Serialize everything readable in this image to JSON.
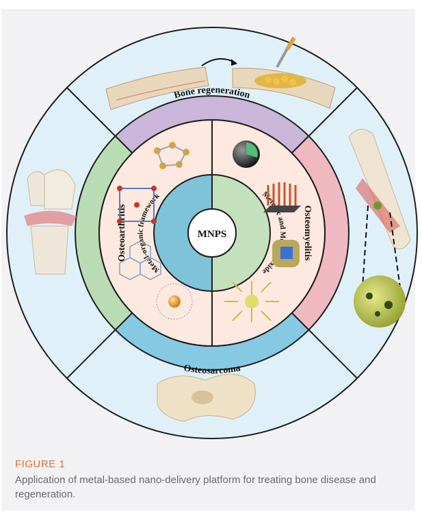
{
  "figure": {
    "center_label": "MNPS",
    "inner_left_label": "Metal-organic framework",
    "inner_right_label": "Metallic and Metallic oxide",
    "ring_top_label": "Bone regeneration",
    "ring_right_label": "Osteomyelitis",
    "ring_bottom_label": "Osteosarcoma",
    "ring_left_label": "Osteoarthritis",
    "colors": {
      "outer_bg": "#dff0f8",
      "bone_regeneration": "#c9b6d9",
      "osteomyelitis": "#f0b8c1",
      "osteosarcoma": "#86c9e3",
      "osteoarthritis": "#b9dcb4",
      "panel_bg": "#fde9df",
      "inner_ring": "#7fc3d9",
      "inner_ring_right": "#c3e1bd"
    }
  },
  "caption": {
    "label": "FIGURE 1",
    "text": "Application of metal-based nano-delivery platform for treating bone disease and regeneration."
  }
}
